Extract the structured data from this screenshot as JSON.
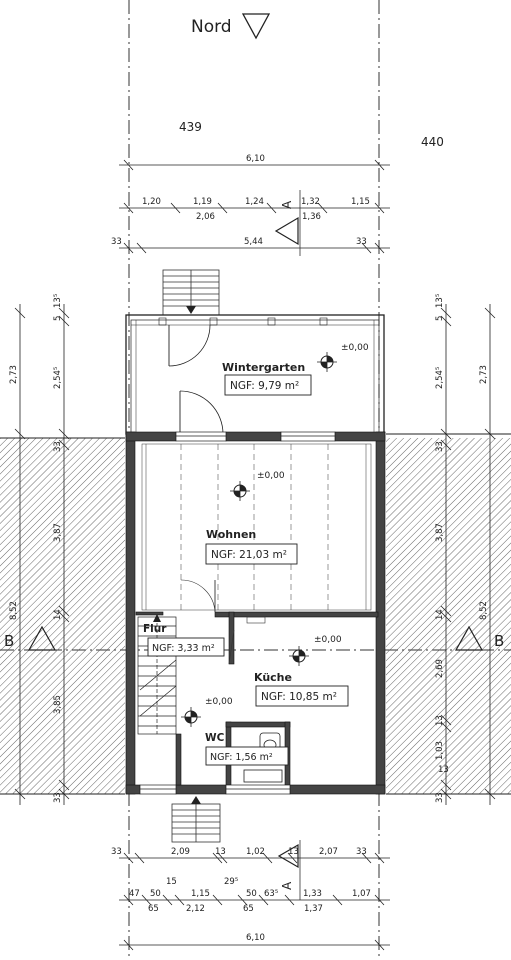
{
  "north": {
    "label": "Nord"
  },
  "plots": {
    "left": "439",
    "right": "440"
  },
  "rooms": {
    "wintergarten": {
      "name": "Wintergarten",
      "ngf": "NGF: 9,79 m²",
      "level": "±0,00"
    },
    "wohnen": {
      "name": "Wohnen",
      "ngf": "NGF: 21,03 m²",
      "level": "±0,00"
    },
    "kueche": {
      "name": "Küche",
      "ngf": "NGF: 10,85 m²",
      "level": "±0,00"
    },
    "flur": {
      "name": "Flur",
      "ngf": "NGF: 3,33 m²",
      "level": "±0,00"
    },
    "wc": {
      "name": "WC",
      "ngf": "NGF: 1,56 m²"
    }
  },
  "section": {
    "left": "B",
    "right": "B",
    "top_marker": "A",
    "bottom_marker": "A"
  },
  "dims_top": {
    "overall": "6,10",
    "row2": [
      "1,20",
      "1,19",
      "1,24",
      "1,32",
      "1,15"
    ],
    "row2_sub": [
      "2,06",
      "1,36"
    ],
    "row3": [
      "33",
      "5,44",
      "33"
    ]
  },
  "dims_bottom": {
    "row1": [
      "33",
      "2,09",
      "13",
      "1,02",
      "13",
      "2,07",
      "33"
    ],
    "row2_top": [
      "47",
      "50",
      "15",
      "1,15",
      "29⁵",
      "50",
      "63⁵",
      "1,33",
      "1,07"
    ],
    "row2_sub": [
      "65",
      "2,12",
      "65",
      "1,37"
    ],
    "overall": "6,10"
  },
  "dims_left": {
    "outer": [
      "2,73",
      "8,52"
    ],
    "inner": [
      "2,54⁵",
      "33",
      "3,87",
      "14",
      "3,85",
      "33"
    ],
    "small": [
      "5",
      "13⁵"
    ]
  },
  "dims_right": {
    "outer": [
      "2,73",
      "8,52"
    ],
    "inner": [
      "2,54⁵",
      "33",
      "3,87",
      "14",
      "2,69",
      "13",
      "1,03",
      "33"
    ],
    "small": [
      "5",
      "13⁵",
      "13"
    ]
  }
}
